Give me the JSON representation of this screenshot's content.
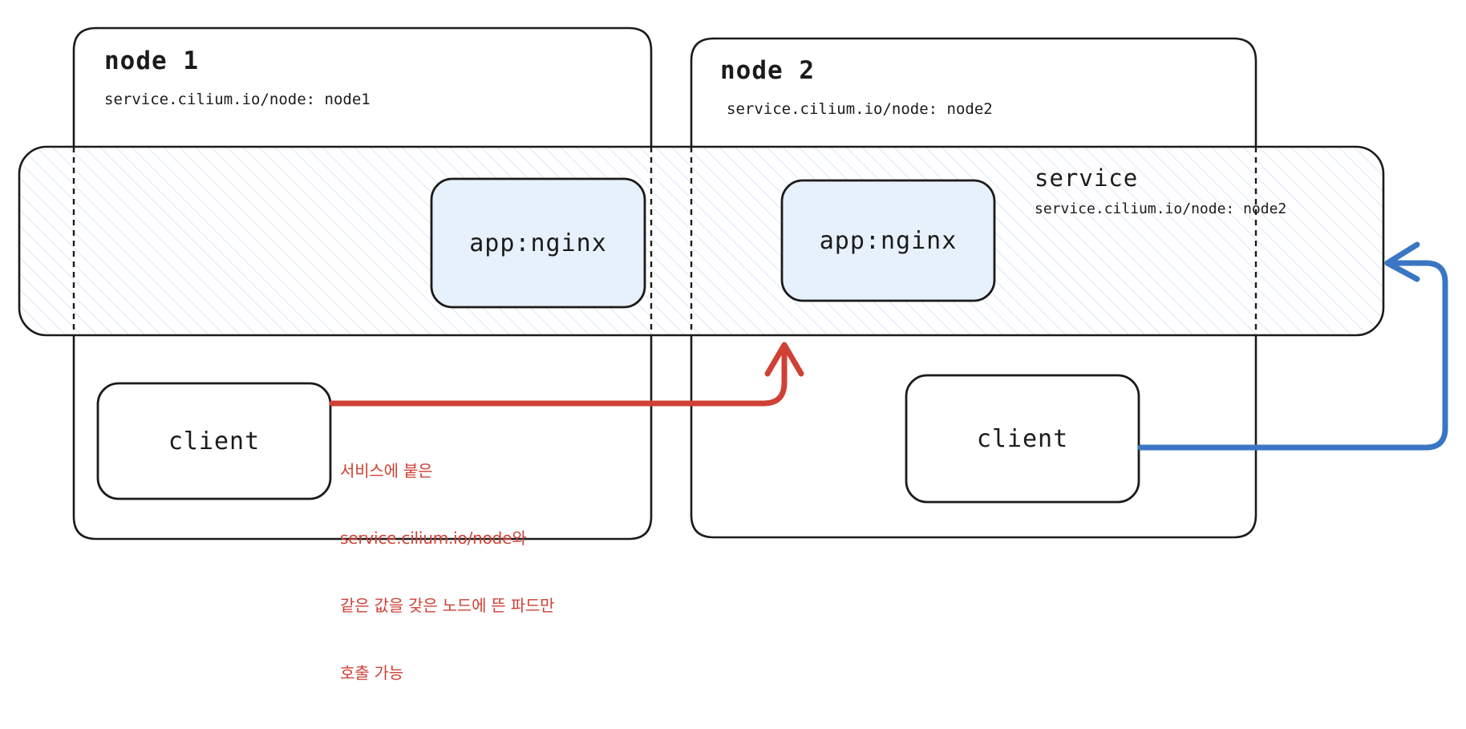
{
  "diagram": {
    "title": "cilium service topology",
    "colors": {
      "stroke": "#1b1b1b",
      "pod_fill": "#e7f1fb",
      "pod_stroke": "#1b1b1b",
      "hatch": "#cfe2f7",
      "red": "#cf4136",
      "blue": "#3a76c4",
      "background": "#ffffff"
    }
  },
  "nodes": [
    {
      "id": "node1",
      "title": "node 1",
      "label": "service.cilium.io/node: node1",
      "pod": {
        "label": "app:nginx"
      },
      "client": {
        "label": "client"
      }
    },
    {
      "id": "node2",
      "title": "node 2",
      "label": "service.cilium.io/node: node2",
      "pod": {
        "label": "app:nginx"
      },
      "client": {
        "label": "client"
      }
    }
  ],
  "service": {
    "title": "service",
    "label": "service.cilium.io/node: node2"
  },
  "annotation": {
    "color": "#cf4136",
    "lines": [
      "서비스에 붙은",
      "service.cilium.io/node와",
      "같은 값을 갖은 노드에 뜬 파드만",
      "호출 가능"
    ],
    "line1": "서비스에 붙은",
    "line2": "service.cilium.io/node와",
    "line3": "같은 값을 갖은 노드에 뜬 파드만",
    "line4": "호출 가능"
  },
  "arrows": [
    {
      "id": "red-arrow",
      "from": "node1-client",
      "to": "service-band",
      "color": "#cf4136"
    },
    {
      "id": "blue-arrow",
      "from": "node2-client",
      "to": "service-band",
      "color": "#3a76c4"
    }
  ]
}
